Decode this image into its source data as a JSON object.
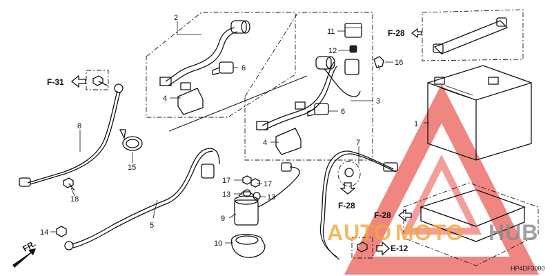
{
  "callouts": [
    {
      "id": "c1",
      "text": "1"
    },
    {
      "id": "c2",
      "text": "2"
    },
    {
      "id": "c3",
      "text": "3"
    },
    {
      "id": "c4a",
      "text": "4"
    },
    {
      "id": "c4b",
      "text": "4"
    },
    {
      "id": "c5",
      "text": "5"
    },
    {
      "id": "c6a",
      "text": "6"
    },
    {
      "id": "c6b",
      "text": "6"
    },
    {
      "id": "c7",
      "text": "7"
    },
    {
      "id": "c8",
      "text": "8"
    },
    {
      "id": "c9",
      "text": "9"
    },
    {
      "id": "c10",
      "text": "10"
    },
    {
      "id": "c11",
      "text": "11"
    },
    {
      "id": "c12",
      "text": "12"
    },
    {
      "id": "c13a",
      "text": "13"
    },
    {
      "id": "c13b",
      "text": "13"
    },
    {
      "id": "c14",
      "text": "14"
    },
    {
      "id": "c15",
      "text": "15"
    },
    {
      "id": "c16",
      "text": "16"
    },
    {
      "id": "c17a",
      "text": "17"
    },
    {
      "id": "c17b",
      "text": "17"
    },
    {
      "id": "c18",
      "text": "18"
    }
  ],
  "references": {
    "f28_top": "F-28",
    "f31": "F-31",
    "f28_mid": "F-28",
    "f28_right": "F-28",
    "e12": "E-12",
    "front": "FR."
  },
  "diagram_code": "HP4DF3000",
  "watermark": {
    "word_a": "AUTO",
    "word_b": "MOTO",
    "word_c": "HUB",
    "color_a": "#f2a93b",
    "color_b": "#f2a93b",
    "color_c": "#8a8a8a",
    "triangle_color": "#e8423a"
  }
}
